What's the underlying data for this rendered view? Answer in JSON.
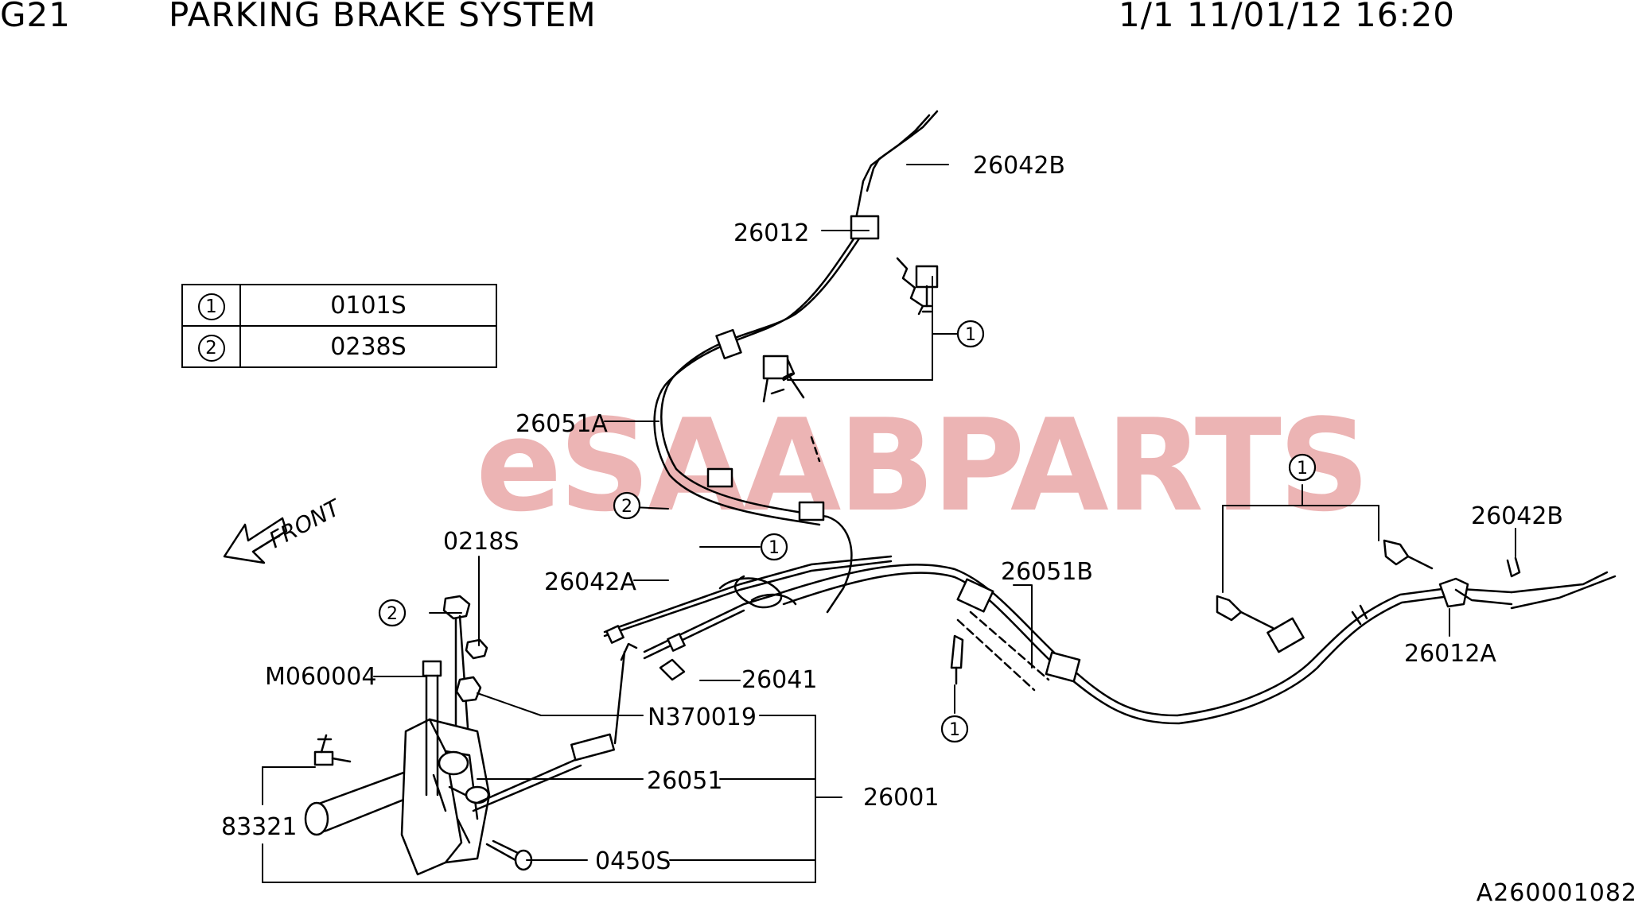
{
  "header": {
    "code": "G21",
    "title": "PARKING BRAKE SYSTEM",
    "page": "1/1",
    "timestamp": "11/01/12 16:20"
  },
  "legend": [
    {
      "symbol": "1",
      "part": "0101S"
    },
    {
      "symbol": "2",
      "part": "0238S"
    }
  ],
  "labels": {
    "p26042B_top": "26042B",
    "p26012": "26012",
    "p26051A": "26051A",
    "p0218S": "0218S",
    "p26042A": "26042A",
    "pM060004": "M060004",
    "p26051B": "26051B",
    "p26041": "26041",
    "pN370019": "N370019",
    "p26051": "26051",
    "p26001": "26001",
    "p83321": "83321",
    "p0450S": "0450S",
    "p26042B_right": "26042B",
    "p26012A": "26012A",
    "front": "FRONT"
  },
  "callouts": {
    "c1_upper": "1",
    "c2_middle": "2",
    "c1_middle": "1",
    "c2_left": "2",
    "c1_right": "1",
    "c1_lower": "1"
  },
  "watermark": {
    "part1": "eSAAB",
    "part2": "PARTS"
  },
  "footer": "A260001082"
}
